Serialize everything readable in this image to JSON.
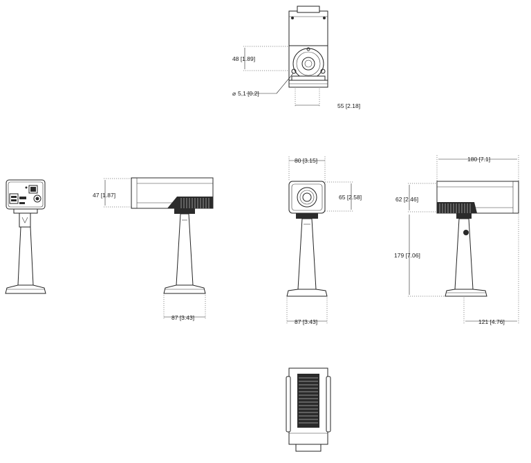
{
  "drawing": {
    "dimensions": {
      "mount_spacing": "48  [1.89]",
      "hole_diameter": "5,1  [0.2]",
      "back_width": "55  [2.18]",
      "side_height": "47  [1.87]",
      "base_side": "87  [3.43]",
      "front_width": "80  [3.15]",
      "front_height": "65  [2.58]",
      "base_front": "87  [3.43]",
      "length": "180  [7.1]",
      "body_height": "62  [2.46]",
      "total_height": "179  [7.06]",
      "depth": "121  [4.76]"
    },
    "symbols": {
      "diameter": "⌀"
    }
  }
}
